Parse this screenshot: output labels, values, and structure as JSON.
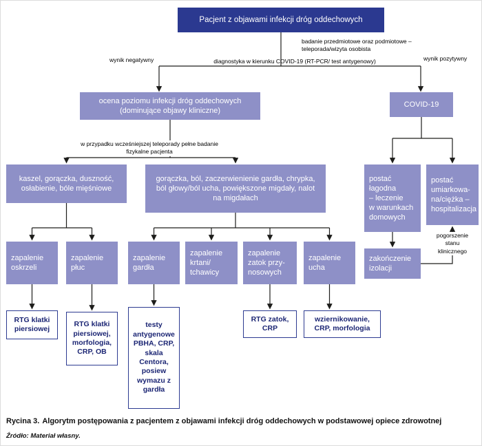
{
  "colors": {
    "dark_blue": "#2b3990",
    "purple": "#8e90c7",
    "white_box_border": "#2b3990",
    "white_box_text": "#1c2674",
    "arrow": "#1d1d1b"
  },
  "nodes": {
    "patient": {
      "label": "Pacjent z objawami infekcji dróg oddechowych"
    },
    "assessment": {
      "label": "ocena poziomu infekcji dróg oddechowych (dominujące objawy kliniczne)"
    },
    "covid19": {
      "label": "COVID-19"
    },
    "symptoms_general": {
      "label": "kaszel, gorączka, duszność, osłabienie, bóle mięśniowe"
    },
    "symptoms_throat": {
      "label": "gorączka, ból, zaczerwienienie gardła, chrypka, ból głowy/ból ucha, powiększone migdały, nalot na migdałach"
    },
    "covid_mild": {
      "label": "postać\nłagodna\n– leczenie\nw warunkach\ndomowych"
    },
    "covid_severe": {
      "label": "postać\numiarkowa-\nna/ciężka –\nhospitalizacja"
    },
    "bronchitis": {
      "label": "zapalenie oskrzeli"
    },
    "pneumonia": {
      "label": "zapalenie płuc"
    },
    "pharyngitis": {
      "label": "zapalenie gardła"
    },
    "laryngitis": {
      "label": "zapalenie krtani/ tchawicy"
    },
    "sinusitis": {
      "label": "zapalenie\nzatok przy-\nnosowych"
    },
    "otitis": {
      "label": "zapalenie ucha"
    },
    "isolation_end": {
      "label": "zakończenie izolacji"
    },
    "test_chest_xray": {
      "label": "RTG klatki piersiowej"
    },
    "test_chest_full": {
      "label": "RTG klatki piersiowej, morfologia, CRP, OB"
    },
    "test_antigen": {
      "label": "testy antygenowe PBHA, CRP, skala Centora, posiew wymazu z gardła"
    },
    "test_sinus": {
      "label": "RTG zatok, CRP"
    },
    "test_ear": {
      "label": "wziernikowanie, CRP, morfologia"
    }
  },
  "edge_labels": {
    "exam": "badanie przedmiotowe oraz podmiotowe – teleporada/wizyta osobista",
    "diagnostics": "diagnostyka w kierunku COVID-19 (RT-PCR/ test antygenowy)",
    "negative": "wynik negatywny",
    "positive": "wynik pozytywny",
    "teleconsult": "w przypadku wcześniejszej teleporady pełne badanie fizykalne pacjenta",
    "worsening": "pogorszenie stanu klinicznego"
  },
  "figure": {
    "caption_label": "Rycina 3.",
    "caption_text": "Algorytm postępowania z pacjentem z objawami infekcji dróg oddechowych w podstawowej opiece zdrowotnej",
    "source": "Źródło: Materiał własny."
  }
}
